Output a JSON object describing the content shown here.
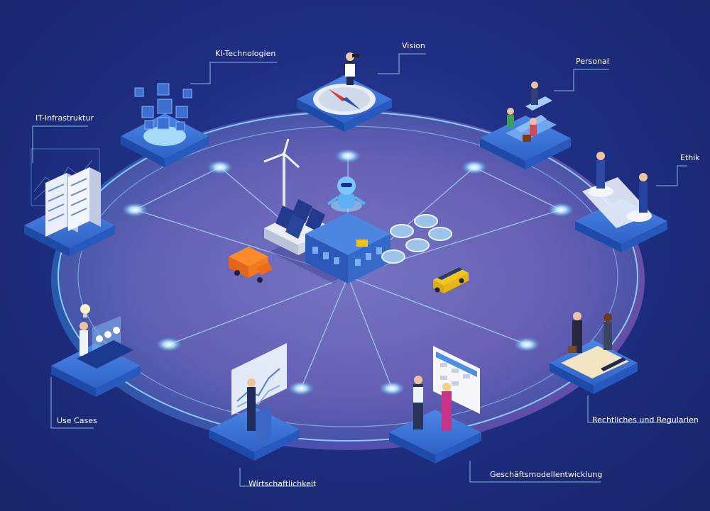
{
  "diagram": {
    "labels": {
      "ki_technologien": "KI-Technologien",
      "vision": "Vision",
      "personal": "Personal",
      "it_infrastruktur": "IT-Infrastruktur",
      "ethik": "Ethik",
      "use_cases": "Use Cases",
      "rechtliches": "Rechtliches und Regularien",
      "wirtschaftlichkeit": "Wirtschaftlichkeit",
      "geschaeftsmodellentwicklung": "Geschäftsmodellentwicklung"
    },
    "colors": {
      "background": "#1d2d80",
      "ring": "#7fd3f5",
      "platform_top": "#3a72d8",
      "platform_side": "#1f4ba8",
      "accent_glow": "#cfefff",
      "inner_disc": "#6a6fb8"
    }
  }
}
